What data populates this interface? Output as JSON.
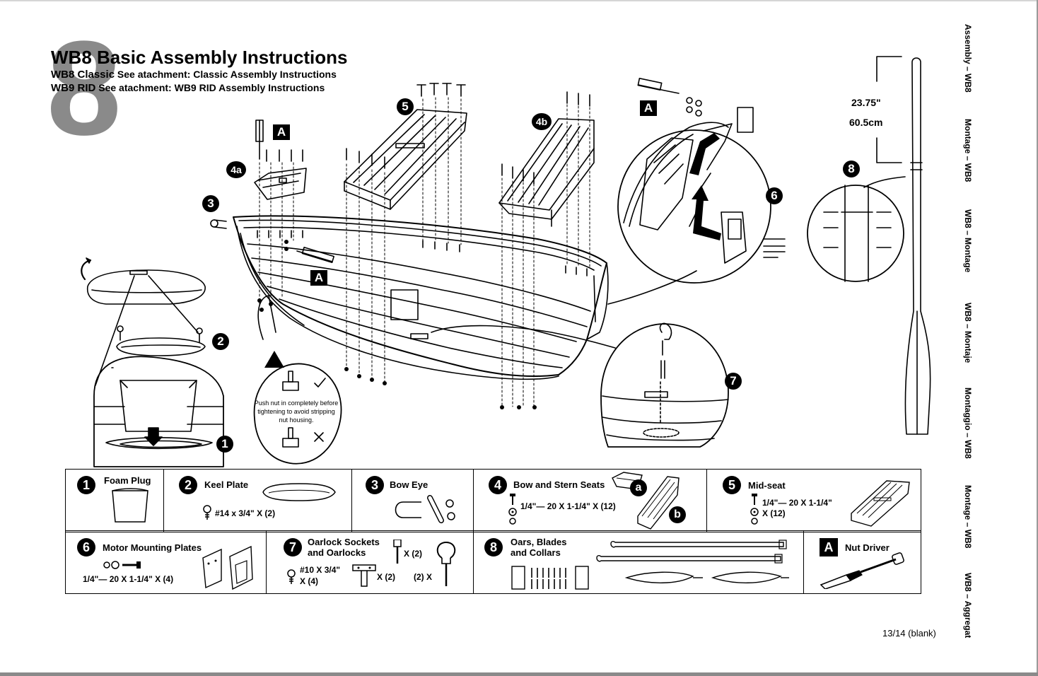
{
  "header": {
    "big_number": "8",
    "title": "WB8 Basic Assembly Instructions",
    "line1_bold": "WB8 Classic",
    "line1_rest": " See atachment: Classic Assembly Instructions",
    "line2_bold": "WB9 RID",
    "line2_rest": " See atachment: WB9 RID Assembly Instructions"
  },
  "diagram": {
    "labels": {
      "a": "A",
      "n1": "1",
      "n2": "2",
      "n3": "3",
      "n4a": "4a",
      "n4b": "4b",
      "n5": "5",
      "n6": "6",
      "n7": "7",
      "n8": "8"
    },
    "warning_text": "Push nut in completely before tightening to avoid stripping nut housing.",
    "oar_length_in": "23.75\"",
    "oar_length_cm": "60.5cm"
  },
  "side_languages": [
    "Assembly – WB8",
    "Montage – WB8",
    "WB8 – Montage",
    "WB8 – Montaje",
    "Montaggio – WB8",
    "Montage – WB8",
    "WB8 – Aggregat"
  ],
  "parts": {
    "row1": [
      {
        "num": "1",
        "name": "Foam Plug",
        "qty": ""
      },
      {
        "num": "2",
        "name": "Keel Plate",
        "qty": "#14 x 3/4\" X (2)"
      },
      {
        "num": "3",
        "name": "Bow Eye",
        "qty": ""
      },
      {
        "num": "4",
        "name": "Bow and Stern Seats",
        "qty": "1/4\"— 20 X 1-1/4\" X (12)",
        "sub_a": "a",
        "sub_b": "b"
      },
      {
        "num": "5",
        "name": "Mid-seat",
        "qty_line1": "1/4\"— 20 X 1-1/4\"",
        "qty_line2": "X (12)"
      }
    ],
    "row2": [
      {
        "num": "6",
        "name": "Motor Mounting Plates",
        "qty": "1/4\"— 20 X 1-1/4\" X (4)"
      },
      {
        "num": "7",
        "name_line1": "Oarlock Sockets",
        "name_line2": "and Oarlocks",
        "qty_a1": "#10 X 3/4\"",
        "qty_a2": "X (4)",
        "qty_b": "X (2)",
        "qty_c": "X (2)",
        "qty_d": "(2) X"
      },
      {
        "num": "8",
        "name_line1": "Oars, Blades",
        "name_line2": "and Collars"
      },
      {
        "num": "A",
        "name": "Nut Driver"
      }
    ]
  },
  "footer": {
    "page": "13/14 (blank)"
  }
}
